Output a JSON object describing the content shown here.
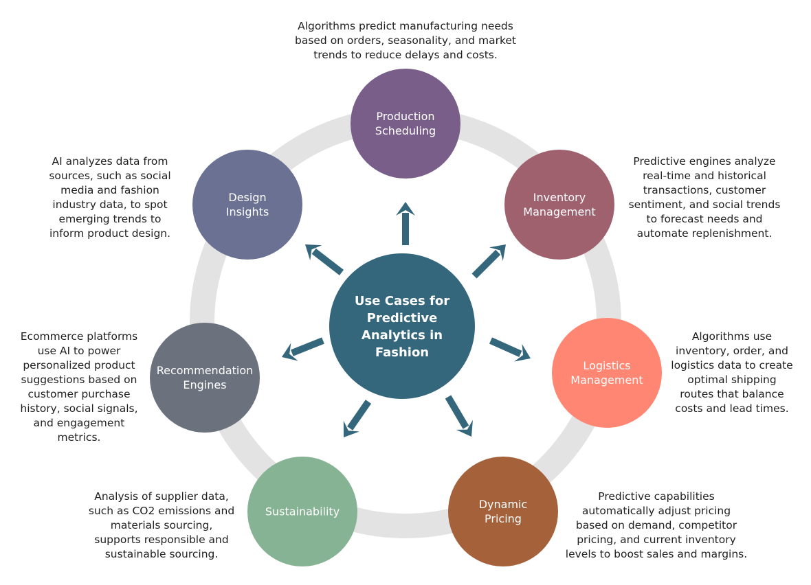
{
  "center": {
    "title": "Use Cases for\nPredictive\nAnalytics in\nFashion",
    "color": "#35677C"
  },
  "ring_color": "#E3E3E3",
  "arrow_color": "#35677C",
  "nodes": [
    {
      "id": "production-scheduling",
      "label": "Production\nScheduling",
      "color": "#785E88",
      "description": "Algorithms predict manufacturing needs\nbased on orders, seasonality, and market\ntrends to reduce delays and costs."
    },
    {
      "id": "inventory-management",
      "label": "Inventory\nManagement",
      "color": "#A0616F",
      "description": "Predictive engines analyze\nreal-time and historical\ntransactions, customer\nsentiment, and social trends\nto forecast needs and\nautomate replenishment."
    },
    {
      "id": "logistics-management",
      "label": "Logistics\nManagement",
      "color": "#FF8672",
      "description": "Algorithms use\ninventory, order, and\nlogistics data to create\noptimal shipping\nroutes that balance\ncosts and lead times."
    },
    {
      "id": "dynamic-pricing",
      "label": "Dynamic\nPricing",
      "color": "#A4613A",
      "description": "Predictive capabilities\nautomatically adjust pricing\nbased on demand, competitor\npricing, and current inventory\nlevels to boost sales and margins."
    },
    {
      "id": "sustainability",
      "label": "Sustainability",
      "color": "#86B393",
      "description": "Analysis of supplier data,\nsuch as CO2 emissions and\nmaterials sourcing,\nsupports responsible and\nsustainable sourcing."
    },
    {
      "id": "recommendation-engines",
      "label": "Recommendation\nEngines",
      "color": "#6C727D",
      "description": "Ecommerce platforms\nuse AI to power\npersonalized product\nsuggestions based on\ncustomer purchase\nhistory, social signals,\nand engagement\nmetrics."
    },
    {
      "id": "design-insights",
      "label": "Design\nInsights",
      "color": "#6A7193",
      "description": "AI analyzes data from\nsources, such as social\nmedia and fashion\nindustry data, to spot\nemerging trends to\ninform product design."
    }
  ]
}
